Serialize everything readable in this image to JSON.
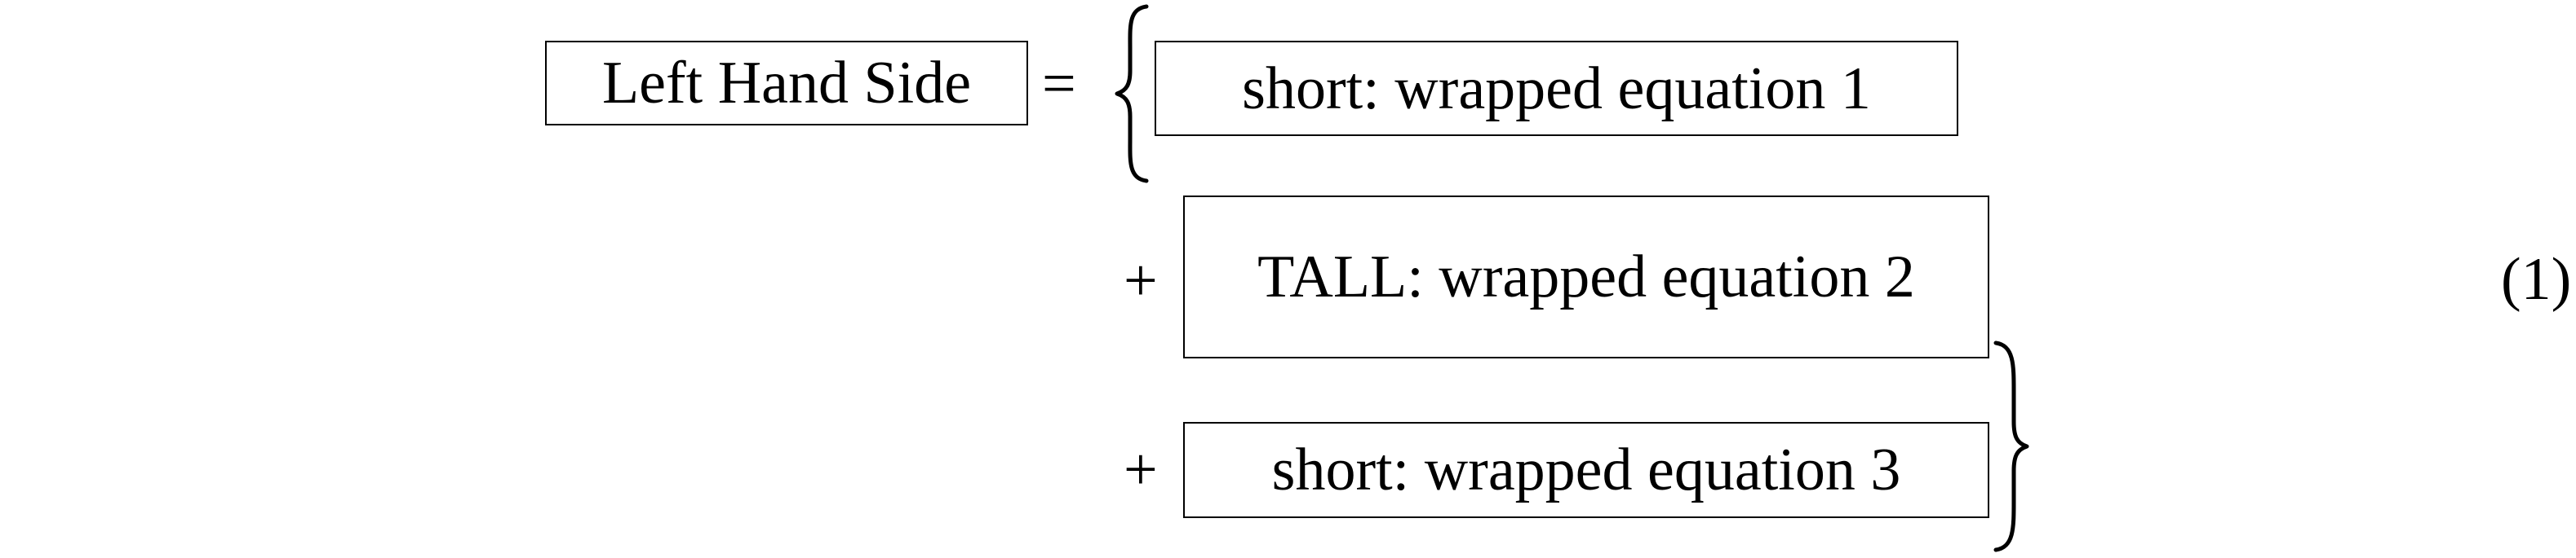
{
  "equation": {
    "lhs": "Left Hand Side",
    "equals": "=",
    "plus": "+",
    "terms": [
      "short: wrapped equation 1",
      "TALL: wrapped equation 2",
      "short: wrapped equation 3"
    ],
    "number": "(1)"
  }
}
